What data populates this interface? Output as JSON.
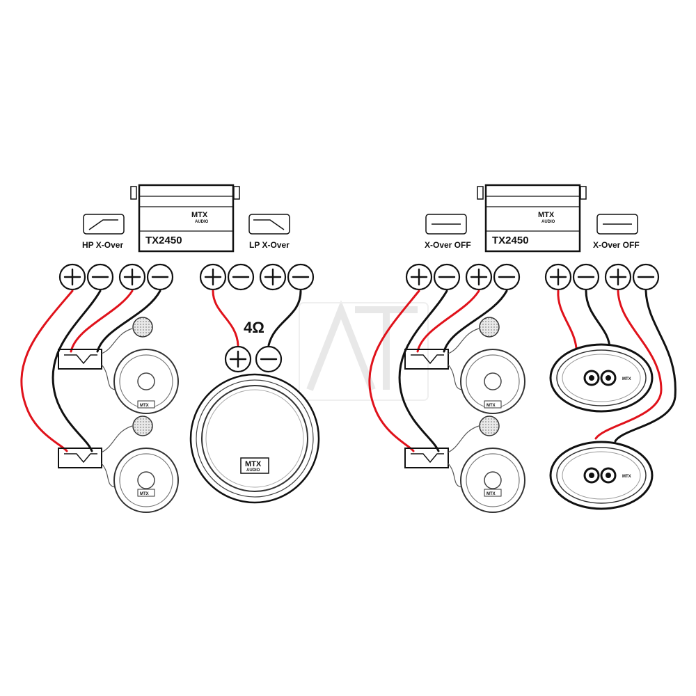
{
  "left_system": {
    "amplifier": {
      "model": "TX2450",
      "brand": "MTX",
      "brand_sub": "AUDIO"
    },
    "crossover_front": {
      "label": "HP X-Over",
      "mode": "high-pass"
    },
    "crossover_rear": {
      "label": "LP X-Over",
      "mode": "low-pass"
    },
    "subwoofer_impedance": "4Ω",
    "subwoofer_brand": "MTX",
    "subwoofer_brand_sub": "AUDIO"
  },
  "right_system": {
    "amplifier": {
      "model": "TX2450",
      "brand": "MTX",
      "brand_sub": "AUDIO"
    },
    "crossover_front": {
      "label": "X-Over OFF",
      "mode": "off"
    },
    "crossover_rear": {
      "label": "X-Over OFF",
      "mode": "off"
    },
    "coaxial_brand": "MTX"
  },
  "colors": {
    "positive_wire": "#e0121b",
    "negative_wire": "#111111",
    "outline": "#111111"
  }
}
